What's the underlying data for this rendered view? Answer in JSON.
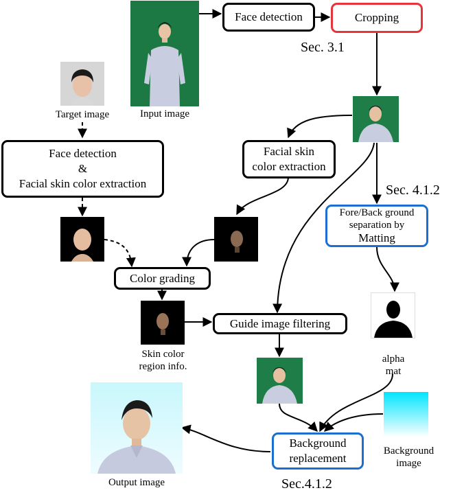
{
  "boxes": {
    "face_detection_top": "Face detection",
    "cropping": "Cropping",
    "face_detection_left_l1": "Face detection",
    "face_detection_left_l2": "&",
    "face_detection_left_l3": "Facial skin color extraction",
    "facial_skin_l1": "Facial skin",
    "facial_skin_l2": "color extraction",
    "fore_back_l1": "Fore/Back ground",
    "fore_back_l2": "separation by",
    "fore_back_l3": "Matting",
    "color_grading": "Color grading",
    "guide_filter": "Guide image filtering",
    "bg_replace_l1": "Background",
    "bg_replace_l2": "replacement"
  },
  "labels": {
    "target_image": "Target image",
    "input_image": "Input image",
    "skin_color_l1": "Skin color",
    "skin_color_l2": "region info.",
    "alpha_l1": "alpha",
    "alpha_l2": "mat",
    "background_l1": "Background",
    "background_l2": "image",
    "output_image": "Output image"
  },
  "sections": {
    "sec_cropping": "Sec. 3.1",
    "sec_matting": "Sec. 4.1.2",
    "sec_replacement": "Sec.4.1.2"
  },
  "colors": {
    "red_border": "#e8333a",
    "blue_border": "#1a6fd1",
    "green_screen": "#1e7a45",
    "sky_gradient_top": "#00e5ff",
    "sky_gradient_bottom": "#ffffff"
  }
}
